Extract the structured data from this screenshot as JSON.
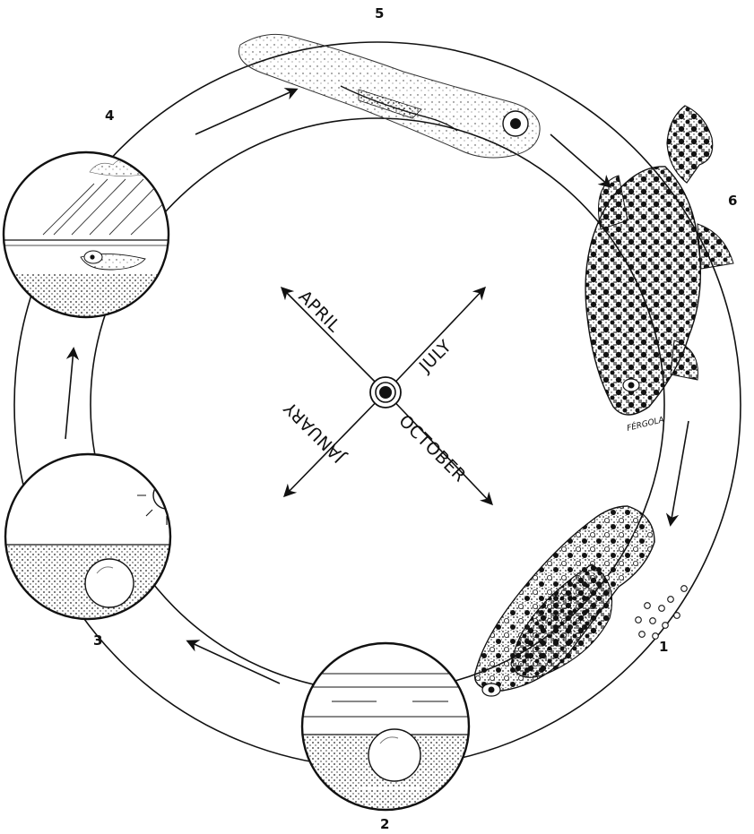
{
  "stage_labels": [
    "1",
    "2",
    "3",
    "4",
    "5",
    "6"
  ],
  "months": {
    "april": "APRIL",
    "july": "JULY",
    "january": "JANUARY",
    "october": "OCTOBER"
  },
  "signature": "FÉRGOLA"
}
